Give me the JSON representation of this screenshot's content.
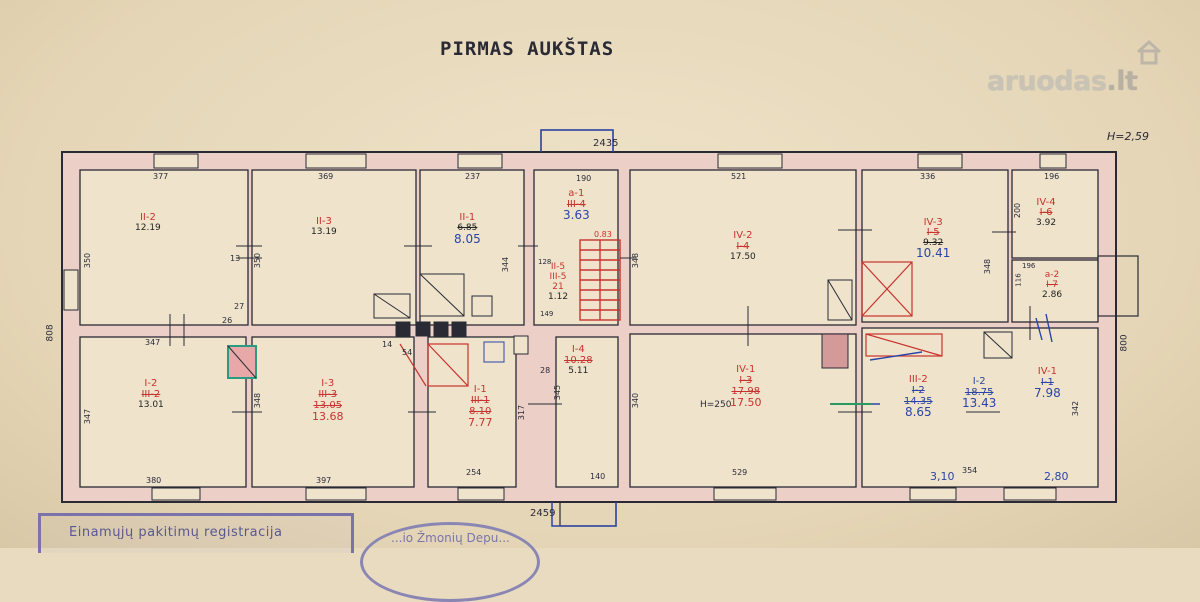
{
  "header": {
    "title": "PIRMAS AUKŠTAS",
    "height_note": "H=2,59"
  },
  "watermark": {
    "brand": "aruodas",
    "suffix": ".lt",
    "icon": "house-icon"
  },
  "dimensions": {
    "top_span": "2435",
    "bottom_span": "2459",
    "left_side": "808",
    "right_side": "800",
    "r1_w": "377",
    "r1_h": "350",
    "r2_w": "369",
    "r2_h": "350",
    "r3_w": "237",
    "r3_h": "344",
    "r4_w": "190",
    "r5_w": "521",
    "r5_h": "348",
    "r6_w": "336",
    "r6_h": "348",
    "r7_w": "196",
    "r7_h": "200",
    "r8_w": "196",
    "r8_h": "116",
    "b1_top": "347",
    "b1_h": "347",
    "b1_bot": "380",
    "b2_h": "348",
    "b2_bot": "397",
    "b3_bot": "254",
    "b3_h": "317",
    "b4_bot": "140",
    "b4_h": "345",
    "b4_mid": "28",
    "b5_h": "340",
    "b5_bot": "529",
    "b5_heightnote": "H=250",
    "b6_bot1": "3,10",
    "b6_bot2": "354",
    "b6_bot3": "2,80",
    "b6_h": "342",
    "stair_w": "0.83",
    "misc_13": "13",
    "misc_27": "27",
    "misc_26": "26",
    "misc_14": "14",
    "misc_54": "54",
    "misc_128": "128",
    "misc_149": "149"
  },
  "rooms": [
    {
      "id": "II-2",
      "code": "II-2",
      "area": "12.19",
      "ink": "red"
    },
    {
      "id": "II-3",
      "code": "II-3",
      "area": "13.19",
      "ink": "red"
    },
    {
      "id": "II-1",
      "code": "II-1",
      "area_old": "6.85",
      "area": "8.05",
      "ink": "red"
    },
    {
      "id": "a-1",
      "code": "a-1",
      "sub": "III-4",
      "area": "3.63",
      "ink": "red"
    },
    {
      "id": "II-5",
      "code": "II-5",
      "sub": "III-5",
      "area": "21",
      "area_b": "1.12",
      "ink": "red"
    },
    {
      "id": "IV-2",
      "code": "IV-2",
      "sub": "I-4",
      "area": "17.50",
      "ink": "red"
    },
    {
      "id": "IV-3",
      "code": "IV-3",
      "sub": "I-5",
      "area_old": "9.32",
      "area": "10.41",
      "ink": "red"
    },
    {
      "id": "IV-4",
      "code": "IV-4",
      "sub": "I-6",
      "area": "3.92",
      "ink": "red"
    },
    {
      "id": "a-2",
      "code": "a-2",
      "sub": "I-7",
      "area": "2.86",
      "ink": "red"
    },
    {
      "id": "I-2",
      "code": "I-2",
      "sub": "III-2",
      "area": "13.01",
      "ink": "red"
    },
    {
      "id": "I-3",
      "code": "I-3",
      "sub": "III-3",
      "area_old": "13.05",
      "area": "13.68",
      "ink": "red"
    },
    {
      "id": "I-1",
      "code": "I-1",
      "sub": "III-1",
      "area_old": "8.10",
      "area": "7.77",
      "ink": "red"
    },
    {
      "id": "I-4",
      "code": "I-4",
      "area_old": "10.28",
      "area": "5.11",
      "ink": "red"
    },
    {
      "id": "IV-1",
      "code": "IV-1",
      "sub": "I-3",
      "area_old": "17.98",
      "area": "17.50",
      "ink": "red"
    },
    {
      "id": "III-2",
      "code": "III-2",
      "sub": "I-2",
      "area_old": "14.35",
      "area": "8.65",
      "ink": "blue"
    },
    {
      "id": "I-2b",
      "code": "I-2",
      "area_old": "18.75",
      "area": "13.43",
      "ink": "blue"
    },
    {
      "id": "IV-1b",
      "code": "IV-1",
      "sub": "I-1",
      "area": "7.98",
      "ink": "blue"
    }
  ],
  "stamps": {
    "registration": "Einamųjų pakitimų registracija",
    "round_partial": "...io Žmonių Depu..."
  },
  "colors": {
    "wall": "#2a2a35",
    "wall_fill": "#ecd0c8",
    "ink_red": "#c8322e",
    "ink_blue": "#2a44a8",
    "stamp": "#6a64a0",
    "paper": "#e8dbc0"
  }
}
